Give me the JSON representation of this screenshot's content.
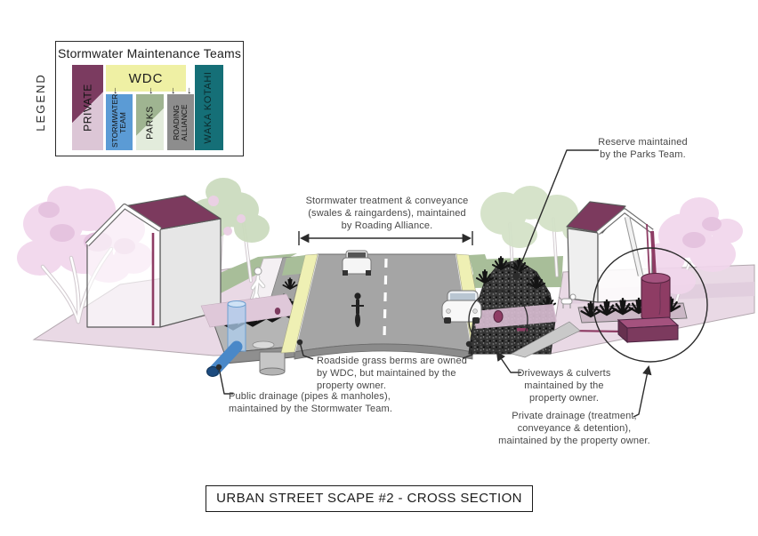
{
  "legend": {
    "side_label": "LEGEND",
    "title": "Stormwater Maintenance Teams",
    "wdc": "WDC",
    "private": "PRIVATE",
    "stormwater_team": "STORMWATER TEAM",
    "parks": "PARKS",
    "roading_alliance": "ROADING ALLIANCE",
    "waka_kotahi": "WAKA KOTAHI",
    "arrow_down": "↓",
    "colors": {
      "private_dark": "#7b3b60",
      "private_light": "#dcc6d6",
      "wdc_yellow": "#eff0a4",
      "stormwater_blue": "#5b9bd5",
      "parks_dark": "#9fb491",
      "parks_light": "#e3ecdc",
      "roading_gray": "#8d8d8d",
      "waka_teal": "#156f77"
    }
  },
  "annotations": {
    "reserve": "Reserve maintained\nby the Parks Team.",
    "stormwater_treatment": "Stormwater treatment & conveyance\n(swales & raingardens), maintained\nby Roading Alliance.",
    "roadside_berms": "Roadside grass berms are owned\nby WDC, but maintained by the\nproperty owner.",
    "public_drainage": "Public drainage (pipes & manholes),\nmaintained by the Stormwater Team.",
    "driveways": "Driveways & culverts\nmaintained by the\nproperty owner.",
    "private_drainage": "Private drainage (treatment,\nconveyance & detention),\nmaintained by the property owner."
  },
  "scene_colors": {
    "ground_pink": "#e9d9e5",
    "grass_green": "#a8be99",
    "road_gray": "#a5a5a5",
    "berm_yellow": "#eff0b4",
    "maroon": "#8e3c64",
    "pipe_blue": "#4a88c8"
  },
  "footer_title": "URBAN STREET SCAPE #2 - CROSS SECTION"
}
